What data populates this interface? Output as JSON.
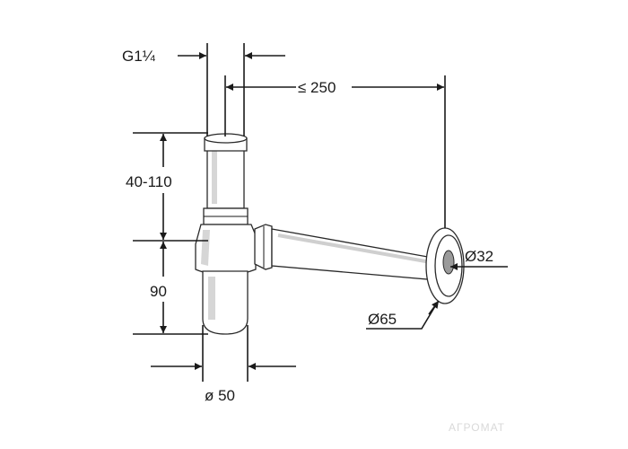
{
  "dimensions": {
    "thread": "G1¼",
    "max_length": "≤ 250",
    "adjust_height": "40-110",
    "trap_height": "90",
    "pipe_diameter": "ø 50",
    "rosette_diameter": "Ø65",
    "outlet_diameter": "Ø32"
  },
  "watermark": "АГРОМАТ"
}
